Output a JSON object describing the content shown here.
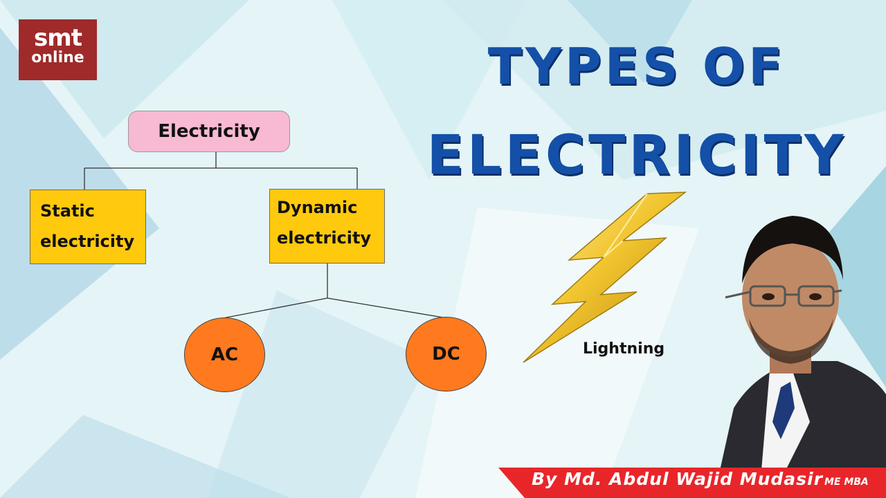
{
  "logo": {
    "line1": "smt",
    "line2": "online"
  },
  "title": {
    "line1": "TYPES OF",
    "line2": "ELECTRICITY"
  },
  "diagram": {
    "root": "Electricity",
    "children": [
      {
        "label_line1": "Static",
        "label_line2": "electricity"
      },
      {
        "label_line1": "Dynamic",
        "label_line2": "electricity"
      }
    ],
    "dynamic_types": [
      "AC",
      "DC"
    ]
  },
  "illustration": {
    "caption": "Lightning"
  },
  "banner": {
    "byline": "By Md. Abdul Wajid Mudasir",
    "credentials": "ME MBA"
  },
  "colors": {
    "title": "#1450a8",
    "root_box": "#f8b9d3",
    "child_box": "#ffc90d",
    "leaf_circle": "#ff7a1f",
    "banner": "#e8262a",
    "logo": "#a02a2a"
  }
}
